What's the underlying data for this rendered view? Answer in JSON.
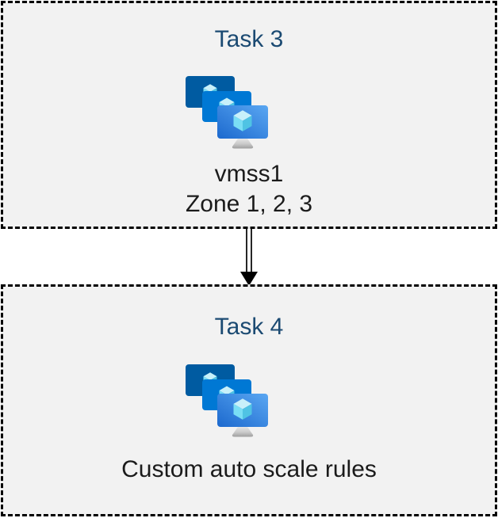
{
  "diagram": {
    "boxes": [
      {
        "title": "Task 3",
        "icon": "vmss-monitors-icon",
        "caption_lines": [
          "vmss1",
          "Zone 1, 2, 3"
        ]
      },
      {
        "title": "Task 4",
        "icon": "vmss-monitors-icon",
        "caption_lines": [
          "Custom auto scale rules"
        ]
      }
    ],
    "connector": {
      "style": "double-line",
      "direction": "down",
      "arrowhead": "solid-triangle"
    },
    "colors": {
      "title_text": "#1B4A72",
      "body_text": "#1B1B1B",
      "box_background": "#F2F2F2",
      "box_border": "#000000",
      "page_background": "#FFFFFF",
      "icon_screen_back": "#005BA1",
      "icon_screen_middle": "#0078D4",
      "icon_screen_front_light": "#5AA7F2",
      "icon_screen_front_dark": "#1C69CE",
      "icon_cube_top": "#C8F0FA",
      "icon_cube_left": "#7ADEF5",
      "icon_cube_right": "#4FC3E4"
    }
  }
}
